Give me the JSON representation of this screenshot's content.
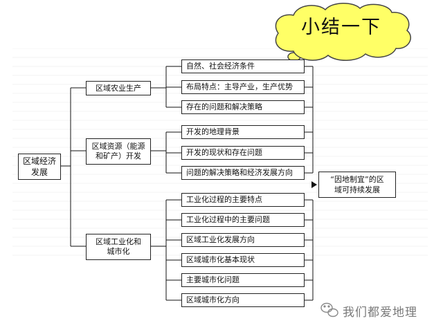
{
  "cloud": {
    "title": "小结一下"
  },
  "root": {
    "line1": "区域经济",
    "line2": "发展"
  },
  "groups": [
    {
      "line1": "区域农业生产",
      "line2": "",
      "items": [
        "自然、社会经济条件",
        "布局特点：主导产业，生产优势",
        "存在的问题和解决策略"
      ]
    },
    {
      "line1": "区域资源（能源",
      "line2": "和矿产）开发",
      "items": [
        "开发的地理背景",
        "开发的现状和存在问题",
        "问题的解决策略和经济发展方向"
      ]
    },
    {
      "line1": "区域工业化和",
      "line2": "城市化",
      "items": [
        "工业化过程的主要特点",
        "工业化过程中的主要问题",
        "区域工业化发展方向",
        "区域城市化基本现状",
        "主要城市化问题",
        "区域城市化方向"
      ]
    }
  ],
  "result": {
    "line1": "“因地制宜”的区",
    "line2": "域可持续发展"
  },
  "watermark": {
    "icon": "wechat-icon",
    "text": "我们都爱地理"
  },
  "colors": {
    "cloud_fill": "#FFFF66",
    "cloud_stroke": "#444444",
    "line": "#111111"
  }
}
